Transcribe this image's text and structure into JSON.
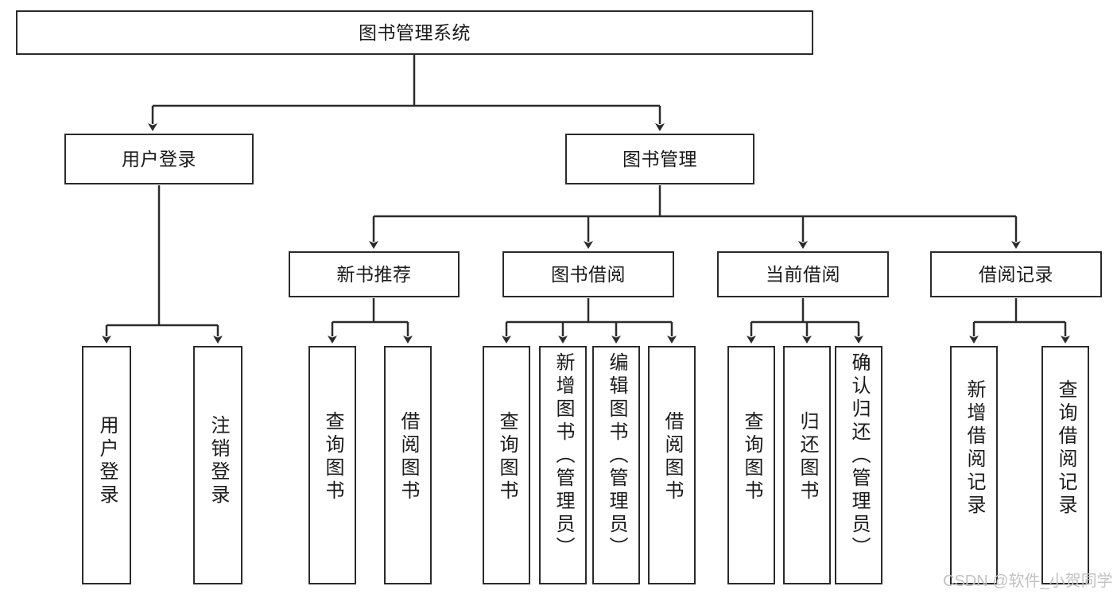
{
  "diagram": {
    "title": "图书管理系统",
    "type": "hierarchy-tree",
    "root": {
      "label": "图书管理系统",
      "id": "root"
    },
    "level2": [
      {
        "id": "user-login",
        "label": "用户登录"
      },
      {
        "id": "book-management",
        "label": "图书管理"
      }
    ],
    "level3": [
      {
        "id": "new-book-recommend",
        "label": "新书推荐"
      },
      {
        "id": "book-borrow",
        "label": "图书借阅"
      },
      {
        "id": "current-borrow",
        "label": "当前借阅"
      },
      {
        "id": "borrow-record",
        "label": "借阅记录"
      }
    ],
    "leaves": {
      "user_login": [
        {
          "id": "leaf-user-login",
          "label": "用户登录"
        },
        {
          "id": "leaf-logout",
          "label": "注销登录"
        }
      ],
      "new_book_recommend": [
        {
          "id": "leaf-query-book-1",
          "label": "查询图书"
        },
        {
          "id": "leaf-borrow-book-1",
          "label": "借阅图书"
        }
      ],
      "book_borrow": [
        {
          "id": "leaf-query-book-2",
          "label": "查询图书"
        },
        {
          "id": "leaf-add-book",
          "label": "新增图书（管理员）"
        },
        {
          "id": "leaf-edit-book",
          "label": "编辑图书（管理员）"
        },
        {
          "id": "leaf-borrow-book-2",
          "label": "借阅图书"
        }
      ],
      "current_borrow": [
        {
          "id": "leaf-query-book-3",
          "label": "查询图书"
        },
        {
          "id": "leaf-return-book",
          "label": "归还图书"
        },
        {
          "id": "leaf-confirm-return",
          "label": "确认归还（管理员）"
        }
      ],
      "borrow_record": [
        {
          "id": "leaf-add-record",
          "label": "新增借阅记录"
        },
        {
          "id": "leaf-query-record",
          "label": "查询借阅记录"
        }
      ]
    }
  },
  "watermark": {
    "text": "CSDN @软件_小贺同学"
  },
  "colors": {
    "border": "#2b2b2b",
    "text": "#1a1a1a",
    "background": "#ffffff",
    "connector": "#2b2b2b",
    "watermark": "#c2c2c2"
  }
}
